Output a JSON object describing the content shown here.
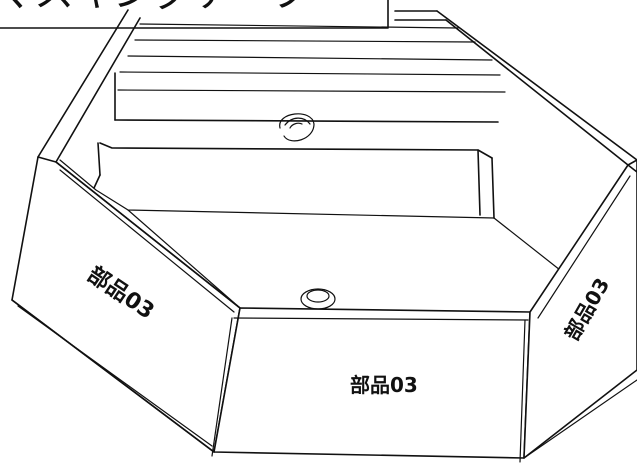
{
  "title_fragment": "マスキングテープ",
  "labels": {
    "left_panel": "部品03",
    "front_panel": "部品03",
    "right_panel": "部品03"
  },
  "colors": {
    "line": "#111111",
    "background": "#ffffff"
  }
}
